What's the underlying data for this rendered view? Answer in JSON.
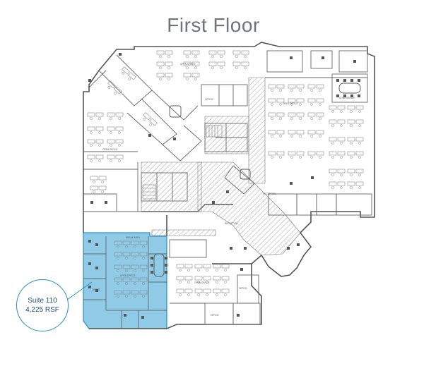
{
  "title": "First Floor",
  "suite": {
    "name": "Suite 110",
    "area": "4,225 RSF",
    "highlight_color": "#8fcbe6",
    "outline_color": "#2a8ec4"
  },
  "colors": {
    "wall": "#555555",
    "furniture": "#7a7a7a",
    "hatch": "#9a9a9a"
  }
}
